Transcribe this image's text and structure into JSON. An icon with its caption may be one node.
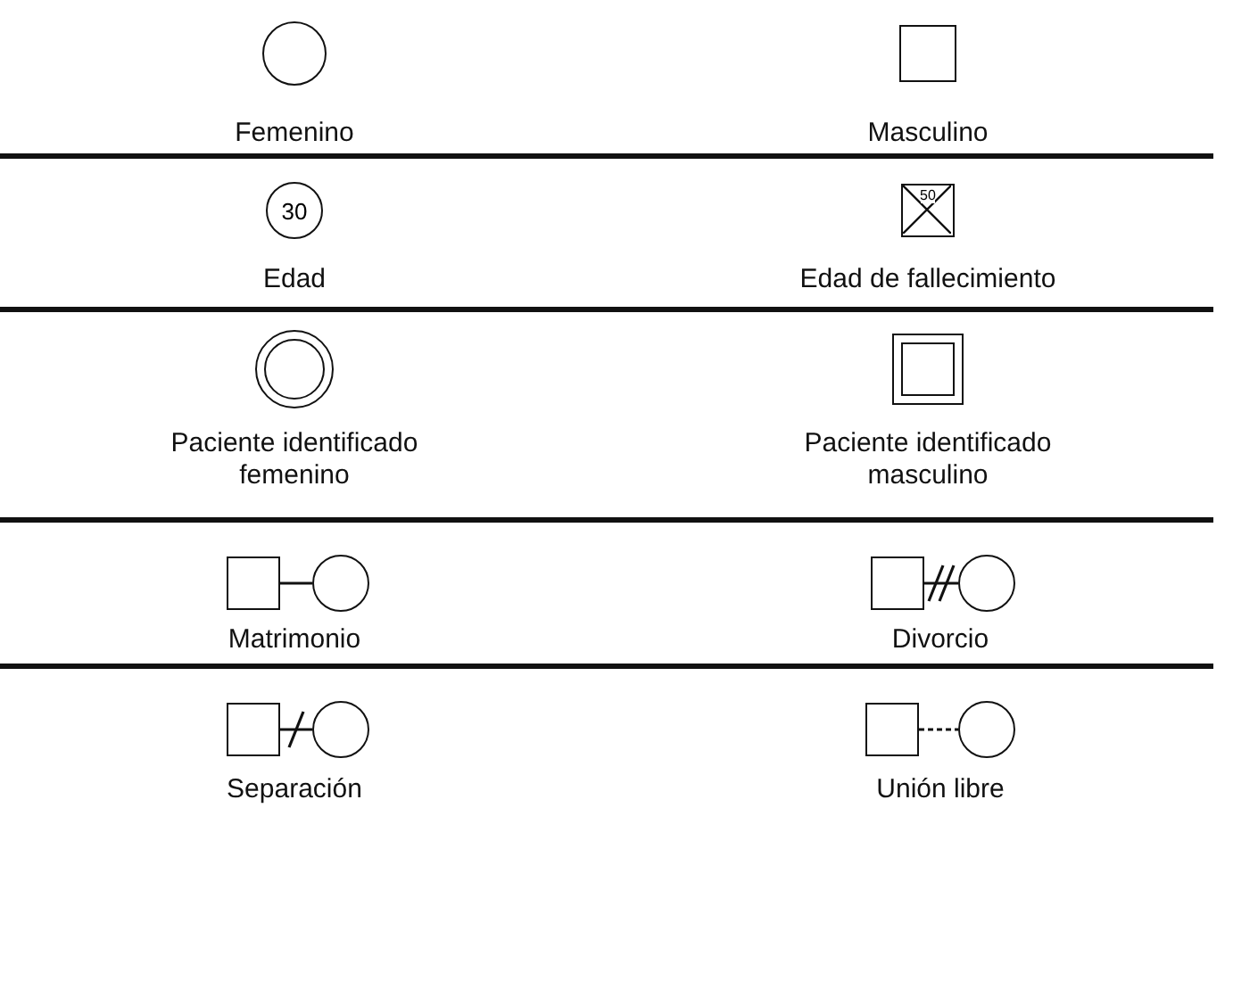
{
  "diagram": {
    "nodes": [
      {
        "text": [],
        "shape": "circle",
        "beside": [
          "Femenino"
        ]
      },
      {
        "text": [],
        "shape": "box",
        "beside": [
          "Masculino"
        ]
      },
      {
        "text": [
          "30"
        ],
        "beside": [
          "Edad"
        ]
      },
      {
        "text": [
          "50"
        ],
        "beside": [
          "Edad de fallecimiento"
        ]
      },
      {
        "text": [],
        "shape": "circle",
        "beside": [
          "Paciente identificado femenino"
        ]
      },
      {
        "text": [],
        "shape": "box",
        "beside": [
          "Paciente identificado masculino"
        ]
      },
      {
        "text": [],
        "shape": "box"
      },
      {
        "text": [],
        "shape": "circle"
      },
      {
        "text": [],
        "shape": "box"
      },
      {
        "text": [],
        "shape": "circle"
      },
      {
        "text": [],
        "shape": "box"
      },
      {
        "text": [],
        "shape": "circle"
      },
      {
        "text": [],
        "shape": "box"
      },
      {
        "text": [],
        "shape": "circle"
      }
    ],
    "edges": [
      {
        "from": 6,
        "to": 7,
        "arrow": "none"
      },
      {
        "from": 8,
        "to": 9,
        "arrow": "none"
      },
      {
        "from": 10,
        "to": 11,
        "arrow": "none"
      },
      {
        "from": 12,
        "to": 13,
        "arrow": "none",
        "style": "dashed"
      }
    ],
    "labels": [
      "Matrimonio",
      "Divorcio",
      "Separación",
      "Unión libre"
    ]
  }
}
